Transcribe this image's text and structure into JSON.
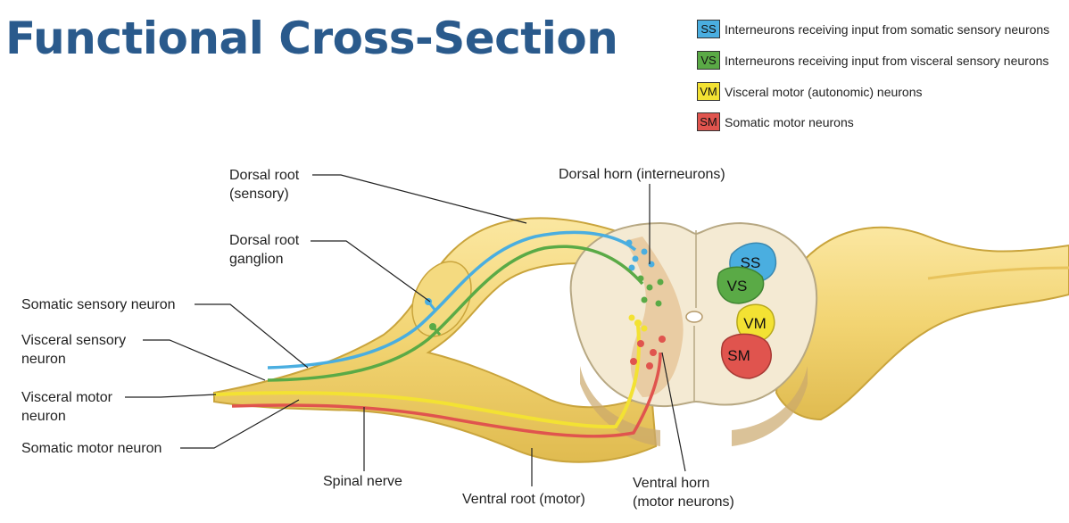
{
  "title": "Functional Cross-Section",
  "legend": [
    {
      "code": "SS",
      "text": "Interneurons receiving input from somatic sensory neurons",
      "color": "#4aaee0"
    },
    {
      "code": "VS",
      "text": "Interneurons receiving input from visceral sensory neurons",
      "color": "#5aaa46"
    },
    {
      "code": "VM",
      "text": "Visceral motor (autonomic) neurons",
      "color": "#f3e233"
    },
    {
      "code": "SM",
      "text": "Somatic motor neurons",
      "color": "#e0544e"
    }
  ],
  "labels": {
    "dorsal_root": [
      "Dorsal root",
      "(sensory)"
    ],
    "dorsal_root_ganglion": [
      "Dorsal root",
      "ganglion"
    ],
    "somatic_sensory_neuron": "Somatic sensory neuron",
    "visceral_sensory_neuron": [
      "Visceral sensory",
      "neuron"
    ],
    "visceral_motor_neuron": [
      "Visceral motor",
      "neuron"
    ],
    "somatic_motor_neuron": "Somatic motor neuron",
    "spinal_nerve": "Spinal nerve",
    "ventral_root": "Ventral root (motor)",
    "ventral_horn": [
      "Ventral horn",
      "(motor neurons)"
    ],
    "dorsal_horn": "Dorsal horn (interneurons)"
  },
  "region_labels": {
    "ss": "SS",
    "vs": "VS",
    "vm": "VM",
    "sm": "SM"
  },
  "colors": {
    "title": "#2a5a8c",
    "somatic_sensory": "#4aaee0",
    "visceral_sensory": "#5aaa46",
    "visceral_motor": "#f3e233",
    "somatic_motor": "#e0544e",
    "nerve": "#f2d472",
    "nerve_outline": "#c9a43c",
    "cord": "#f4ead3"
  }
}
